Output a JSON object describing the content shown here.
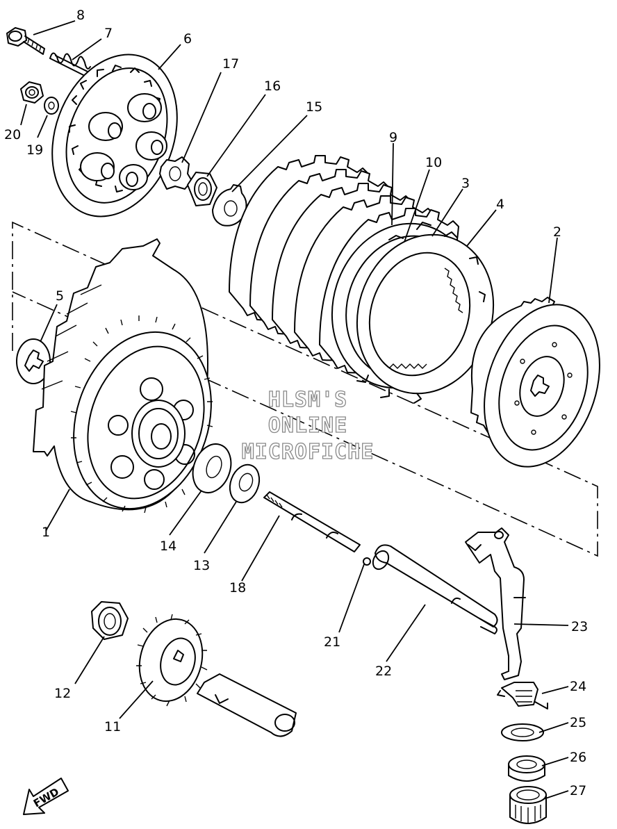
{
  "diagram": {
    "watermark": [
      "HLSM'S",
      "ONLINE",
      "MICROFICHE"
    ],
    "direction_arrow": "FWD",
    "callouts": [
      "1",
      "2",
      "3",
      "4",
      "5",
      "6",
      "7",
      "8",
      "9",
      "10",
      "11",
      "12",
      "13",
      "14",
      "15",
      "16",
      "17",
      "18",
      "19",
      "20",
      "21",
      "22",
      "23",
      "24",
      "25",
      "26",
      "27"
    ]
  }
}
